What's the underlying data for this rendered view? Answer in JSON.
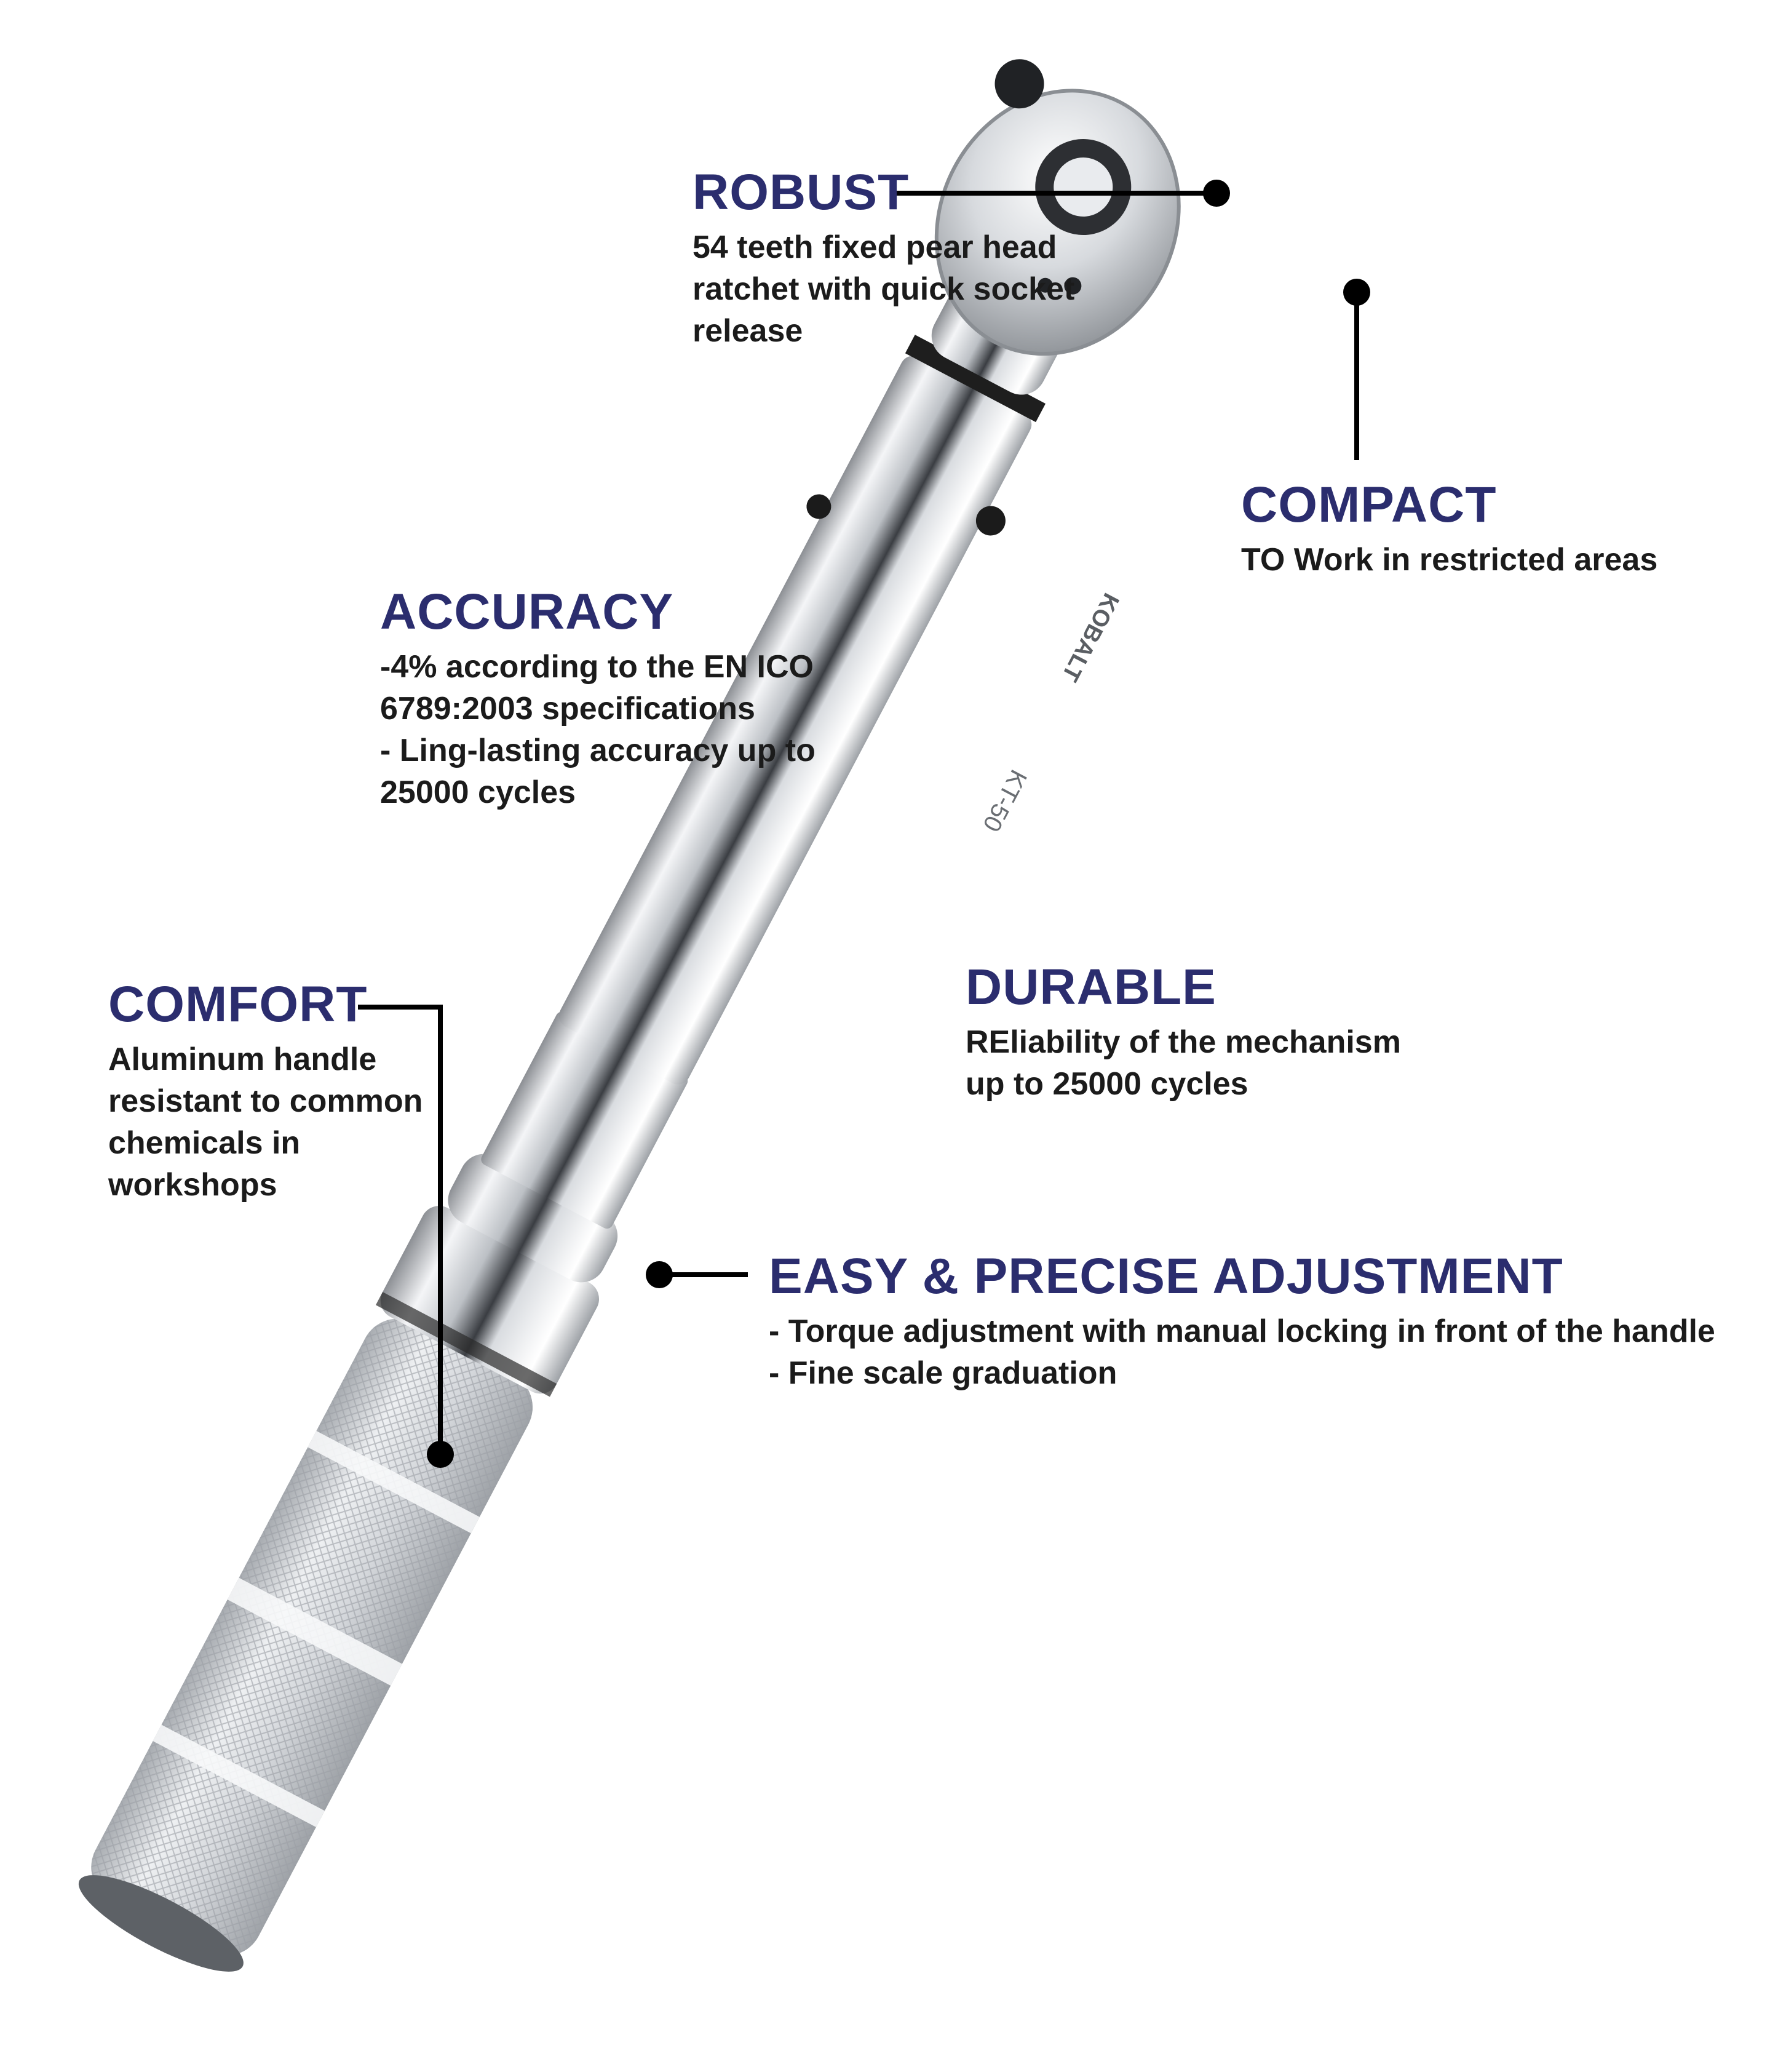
{
  "image": {
    "subject": "torque-wrench",
    "background_color": "#ffffff",
    "accent_color": "#2b2d6e",
    "leader_line_color": "#000000"
  },
  "callouts": {
    "robust": {
      "title": "ROBUST",
      "lines": [
        "54 teeth fixed pear head",
        "ratchet with quick socket",
        "release"
      ]
    },
    "compact": {
      "title": "COMPACT",
      "lines": [
        "TO Work in restricted areas"
      ]
    },
    "accuracy": {
      "title": "ACCURACY",
      "lines": [
        "-4% according to the EN ICO",
        "6789:2003 specifications",
        "- Ling-lasting accuracy up to",
        "25000 cycles"
      ]
    },
    "durable": {
      "title": "DURABLE",
      "lines": [
        "REliability of the mechanism",
        "up to 25000 cycles"
      ]
    },
    "comfort": {
      "title": "COMFORT",
      "lines": [
        "Aluminum handle",
        "resistant to common",
        "chemicals in",
        "workshops"
      ]
    },
    "adjustment": {
      "title": "EASY & PRECISE ADJUSTMENT",
      "lines": [
        "- Torque adjustment with manual locking in front of the handle",
        "- Fine scale graduation"
      ]
    }
  },
  "wrench_markings": {
    "brand": "KOBALT",
    "model": "KT-50"
  }
}
